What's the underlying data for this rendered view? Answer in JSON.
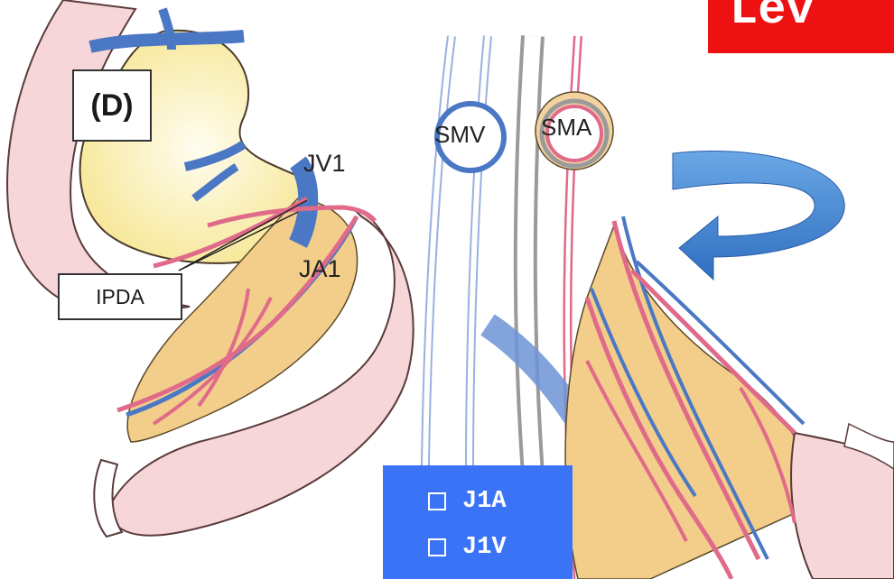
{
  "title": {
    "text": "Lev"
  },
  "labels": {
    "panel": "(D)",
    "ipda": "IPDA",
    "jv1": "JV1",
    "ja1": "JA1",
    "smv": "SMV",
    "sma": "SMA"
  },
  "legend": {
    "items": [
      {
        "label": "J1A"
      },
      {
        "label": "J1V"
      }
    ]
  },
  "colors": {
    "banner": "#ee1111",
    "legend_bg": "#3a73f5",
    "arrow": "#3f80d0",
    "artery": "#e06a8a",
    "vein": "#4a78c4",
    "pancreas": "#fbeea4",
    "mesentery": "#f3cd8a",
    "intestine": "#f6d6d8"
  }
}
